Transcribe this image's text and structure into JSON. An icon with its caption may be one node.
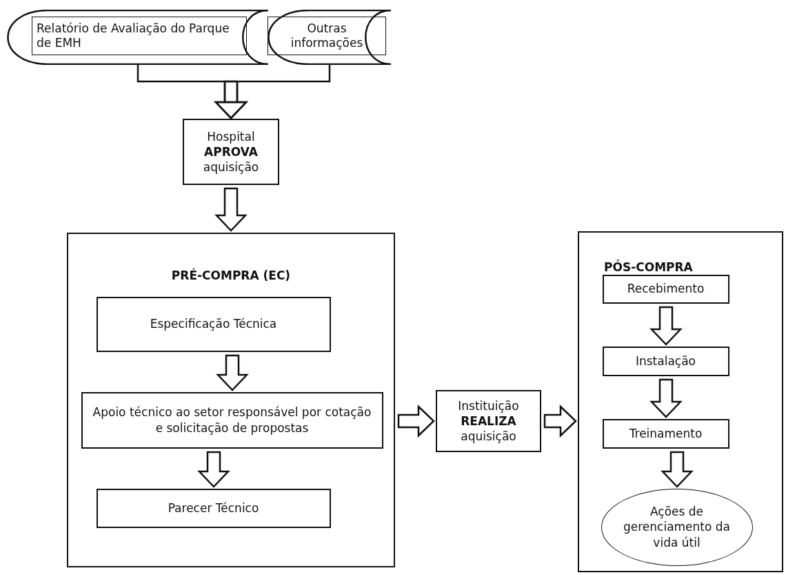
{
  "diagram": {
    "nodes": [
      {
        "text": [
          "Relatório de Avaliação do Parque de EMH"
        ]
      },
      {
        "text": [
          "Outras informações"
        ]
      },
      {
        "text": [
          "Hospital **APROVA** aquisição"
        ]
      },
      {
        "text": [
          "PRÉ-COMPRA (EC)"
        ]
      },
      {
        "text": [
          "Especificação Técnica"
        ],
        "in": 3
      },
      {
        "text": [
          "Apoio técnico ao setor responsável por cotação e solicitação de propostas"
        ],
        "in": 3
      },
      {
        "text": [
          "Parecer Técnico"
        ],
        "in": 3
      },
      {
        "text": [
          "Instituição **REALIZA** aquisição"
        ]
      },
      {
        "text": [
          "PÓS-COMPRA"
        ]
      },
      {
        "text": [
          "Recebimento"
        ],
        "in": 8
      },
      {
        "text": [
          "Instalação"
        ],
        "in": 8
      },
      {
        "text": [
          "Treinamento"
        ],
        "in": 8
      },
      {
        "text": [
          "Ações de gerenciamento da vida útil"
        ],
        "in": 8
      }
    ],
    "edges": [
      {
        "from": 0,
        "to": 2,
        "arrow": "to"
      },
      {
        "from": 1,
        "to": 2,
        "arrow": "to"
      },
      {
        "from": 2,
        "to": 3,
        "arrow": "to"
      },
      {
        "from": 4,
        "to": 5,
        "arrow": "to"
      },
      {
        "from": 5,
        "to": 6,
        "arrow": "to"
      },
      {
        "from": 3,
        "to": 7,
        "arrow": "to"
      },
      {
        "from": 7,
        "to": 8,
        "arrow": "to"
      },
      {
        "from": 9,
        "to": 10,
        "arrow": "to"
      },
      {
        "from": 10,
        "to": 11,
        "arrow": "to"
      },
      {
        "from": 11,
        "to": 12,
        "arrow": "to"
      }
    ]
  }
}
